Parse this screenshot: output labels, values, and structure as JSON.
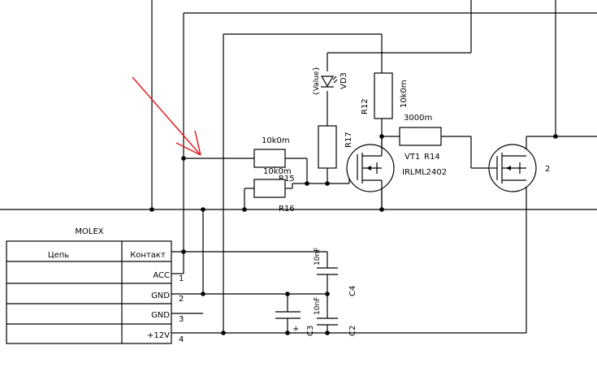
{
  "molex": {
    "title": "MOLEX",
    "headers": [
      "Цепь",
      "Контакт"
    ],
    "rows": [
      {
        "contact": "ACC",
        "pin": "1"
      },
      {
        "contact": "GND",
        "pin": "2"
      },
      {
        "contact": "GND",
        "pin": "3"
      },
      {
        "contact": "+12V",
        "pin": "4"
      }
    ]
  },
  "components": {
    "r15": {
      "value": "10k0m",
      "ref": "R15"
    },
    "r16": {
      "value": "10k0m",
      "ref": "R16"
    },
    "r17": {
      "ref": "R17"
    },
    "r12": {
      "value": "10k0m",
      "ref": "R12"
    },
    "r14": {
      "value": "3000m",
      "ref": "R14"
    },
    "vd3": {
      "value": "{Value}",
      "ref": "VD3"
    },
    "vt1": {
      "ref": "VT1",
      "part": "IRLML2402"
    },
    "q2": {
      "label": "2"
    },
    "c4": {
      "value": "10nF",
      "ref": "C4"
    },
    "c3": {
      "value": "10nF",
      "ref": "C3"
    },
    "c2": {
      "ref": "C2"
    }
  },
  "annotation": {
    "arrow_color": "#e02020"
  }
}
